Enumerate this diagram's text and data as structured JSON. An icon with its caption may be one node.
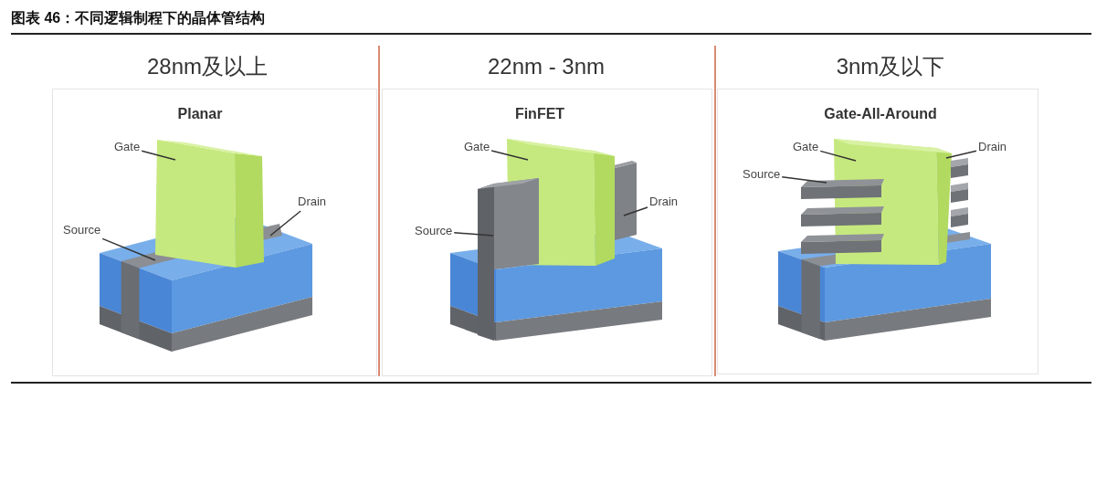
{
  "diagram": {
    "title": "图表 46：不同逻辑制程下的晶体管结构",
    "nodes": [
      {
        "text": [
          "28nm及以上",
          "Planar"
        ]
      },
      {
        "text": [
          "Gate"
        ],
        "in": 0
      },
      {
        "text": [
          "Drain"
        ],
        "in": 0
      },
      {
        "text": [
          "Source"
        ],
        "in": 0
      },
      {
        "text": [
          "22nm - 3nm",
          "FinFET"
        ]
      },
      {
        "text": [
          "Gate"
        ],
        "in": 4
      },
      {
        "text": [
          "Drain"
        ],
        "in": 4
      },
      {
        "text": [
          "Source"
        ],
        "in": 4
      },
      {
        "text": [
          "3nm及以下",
          "Gate-All-Around"
        ]
      },
      {
        "text": [
          "Gate"
        ],
        "in": 8
      },
      {
        "text": [
          "Drain"
        ],
        "in": 8
      },
      {
        "text": [
          "Source"
        ],
        "in": 8
      }
    ],
    "edges": [
      {
        "from": 1,
        "to": null,
        "arrow": "none"
      },
      {
        "from": 2,
        "to": null,
        "arrow": "none"
      },
      {
        "from": 3,
        "to": null,
        "arrow": "none"
      },
      {
        "from": 5,
        "to": null,
        "arrow": "none"
      },
      {
        "from": 6,
        "to": null,
        "arrow": "none"
      },
      {
        "from": 7,
        "to": null,
        "arrow": "none"
      },
      {
        "from": 9,
        "to": null,
        "arrow": "none"
      },
      {
        "from": 10,
        "to": null,
        "arrow": "none"
      },
      {
        "from": 11,
        "to": null,
        "arrow": "none"
      }
    ]
  }
}
